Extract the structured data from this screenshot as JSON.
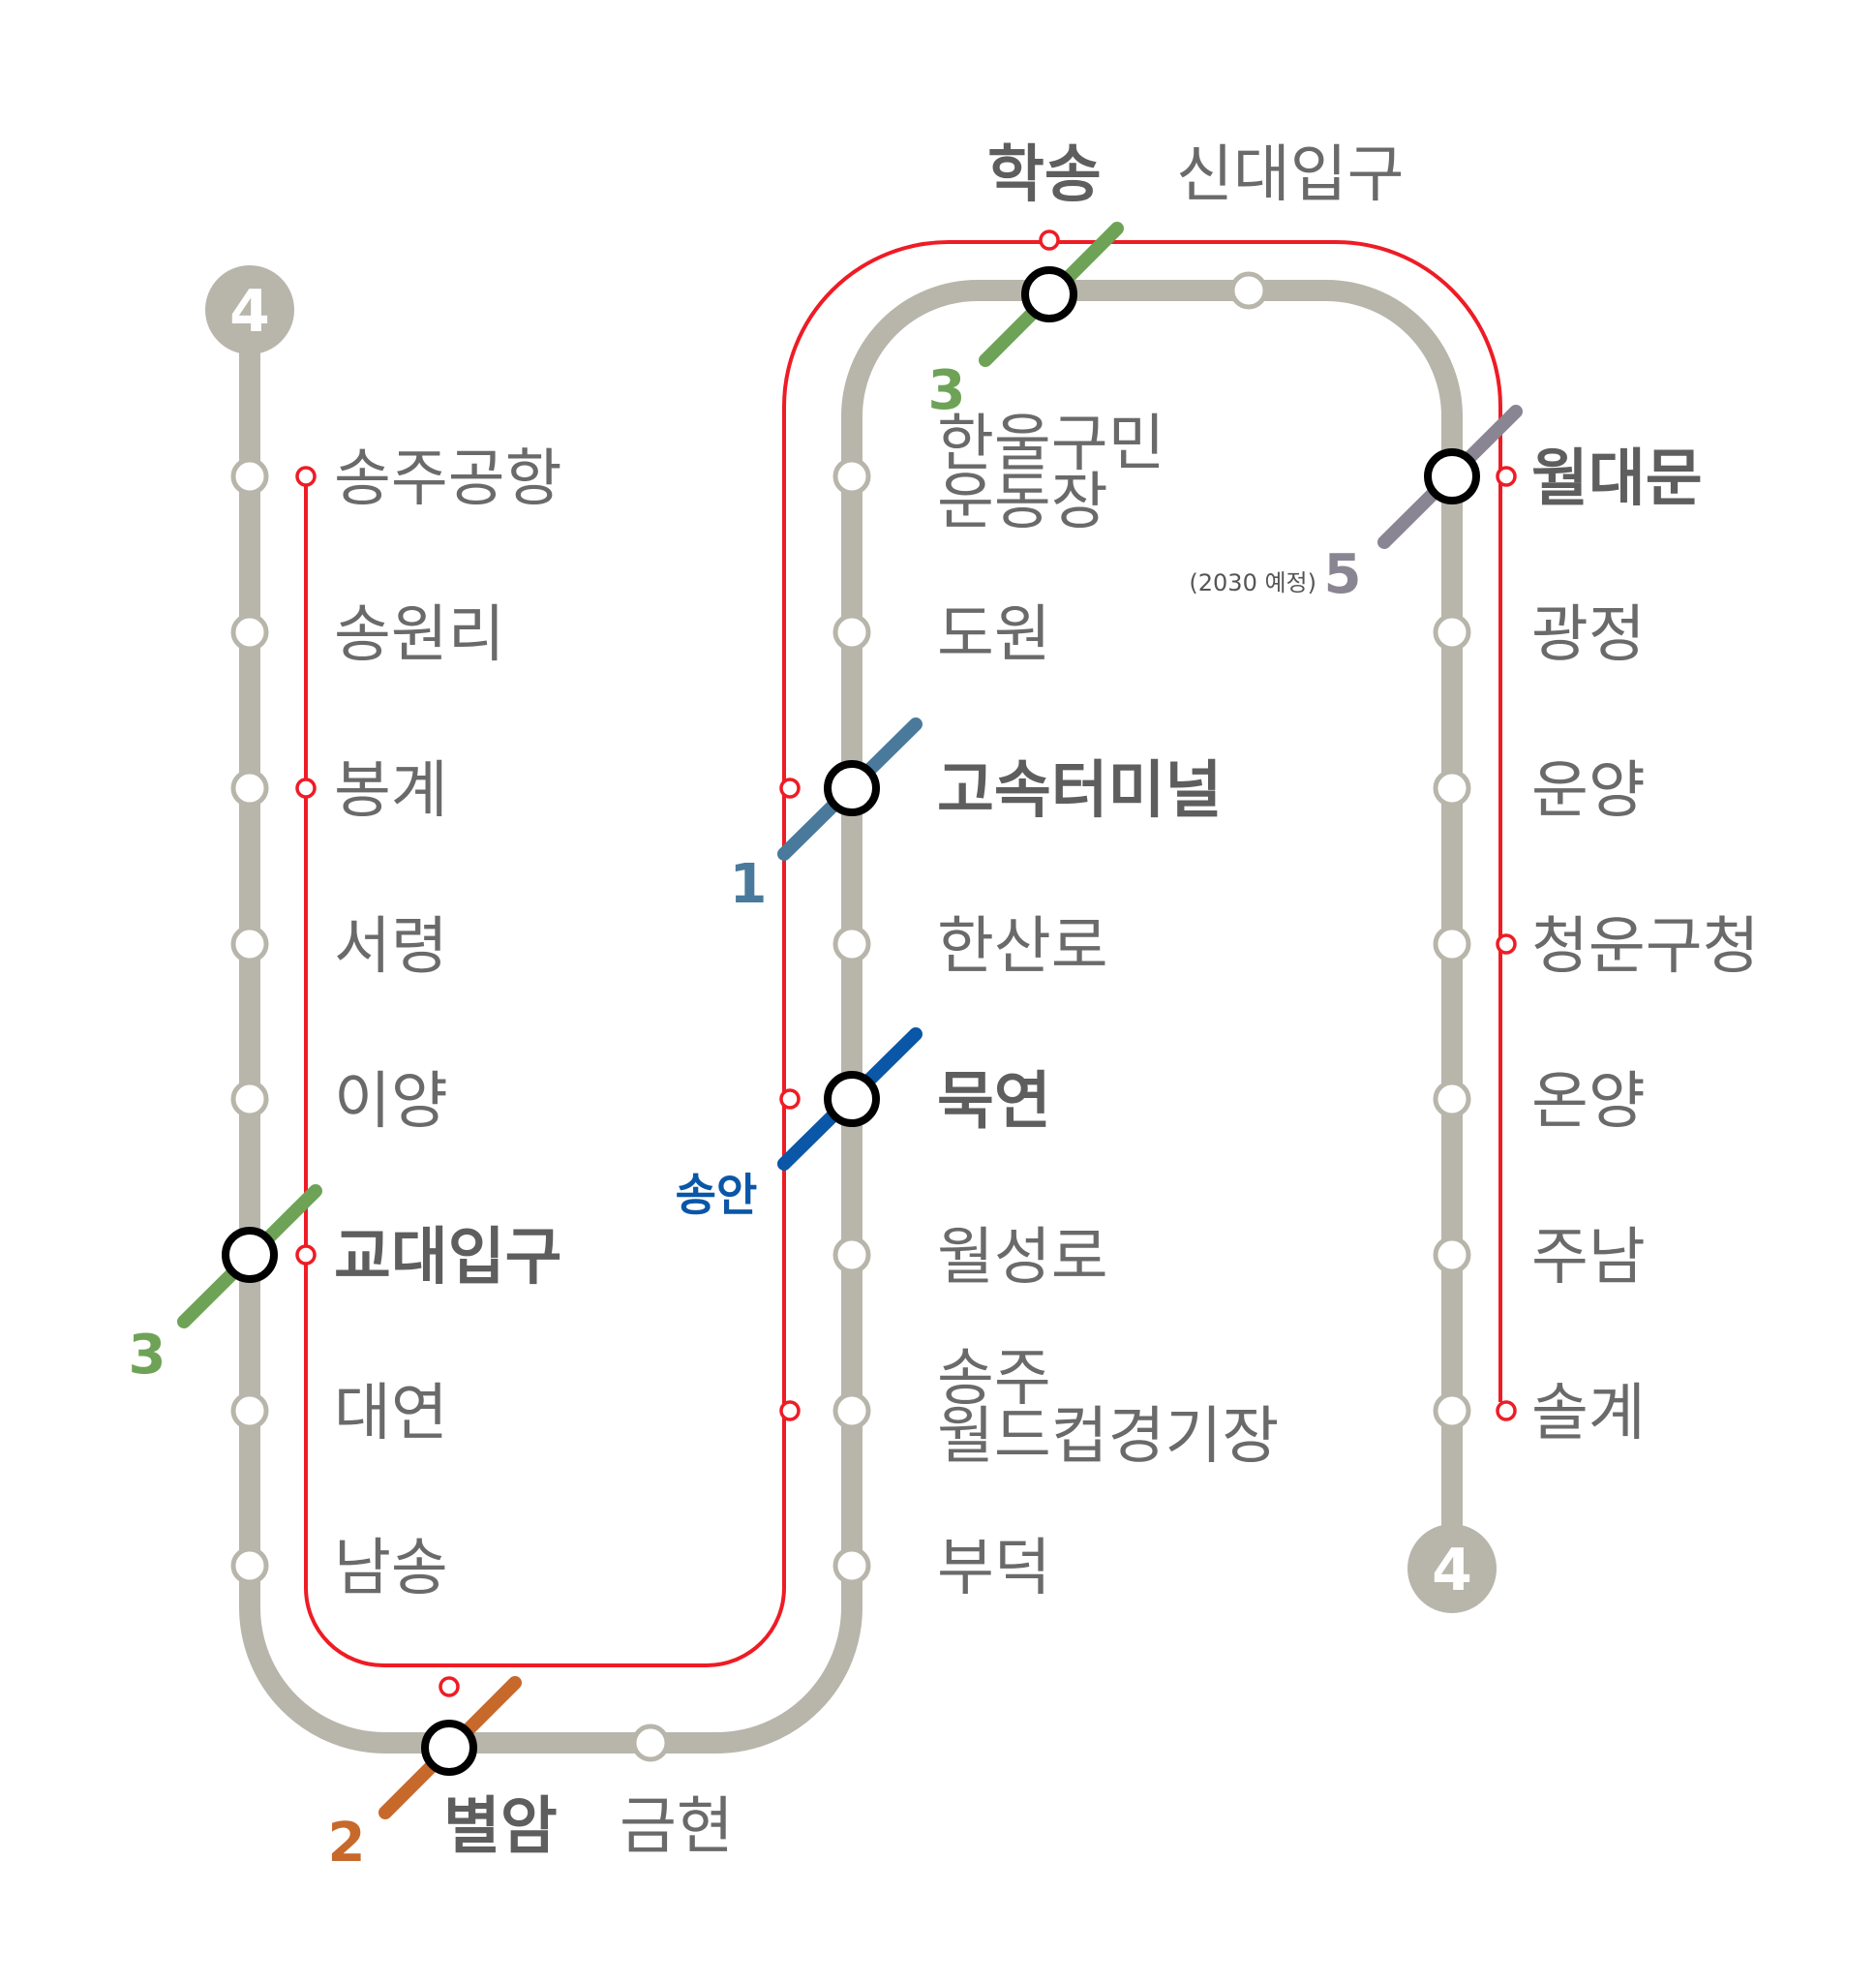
{
  "colors": {
    "line4": "#b8b6ab",
    "red_line": "#ee1c25",
    "line1": "#4a7a9b",
    "line2": "#c7692b",
    "line3": "#6ea357",
    "line5": "#8a8593",
    "songan": "#0a56a7",
    "station_fill": "#ffffff",
    "transfer_ring": "#000000"
  },
  "terminals": {
    "start": "4",
    "end": "4"
  },
  "stations": {
    "songju_airport": "송주공항",
    "songwonri": "송원리",
    "bonggye": "봉계",
    "seoryeong": "서령",
    "iyang": "이양",
    "gyodae_ipgu": "교대입구",
    "daeyeon": "대연",
    "namsong": "남송",
    "byeolam": "별암",
    "geumhyeon": "금현",
    "hanul_line1": "한울구민",
    "hanul_line2": "운동장",
    "dowon": "도원",
    "express_terminal": "고속터미널",
    "hansanro": "한산로",
    "mugyeon": "묵연",
    "wolseongro": "월성로",
    "worldcup_line1": "송주",
    "worldcup_line2": "월드컵경기장",
    "budeok": "부덕",
    "haksong": "학송",
    "sindae_ipgu": "신대입구",
    "woldaemun": "월대문",
    "gwangjeong": "광정",
    "unyang": "운양",
    "cheongun_gucheong": "청운구청",
    "onyang": "온양",
    "junam": "주남",
    "solgye": "솔계"
  },
  "transfers": {
    "gyodae_line": "3",
    "byeolam_line": "2",
    "express_terminal_line": "1",
    "mugyeon_line": "송안",
    "haksong_line": "3",
    "woldaemun_line": "5",
    "woldaemun_note": "(2030 예정)"
  }
}
